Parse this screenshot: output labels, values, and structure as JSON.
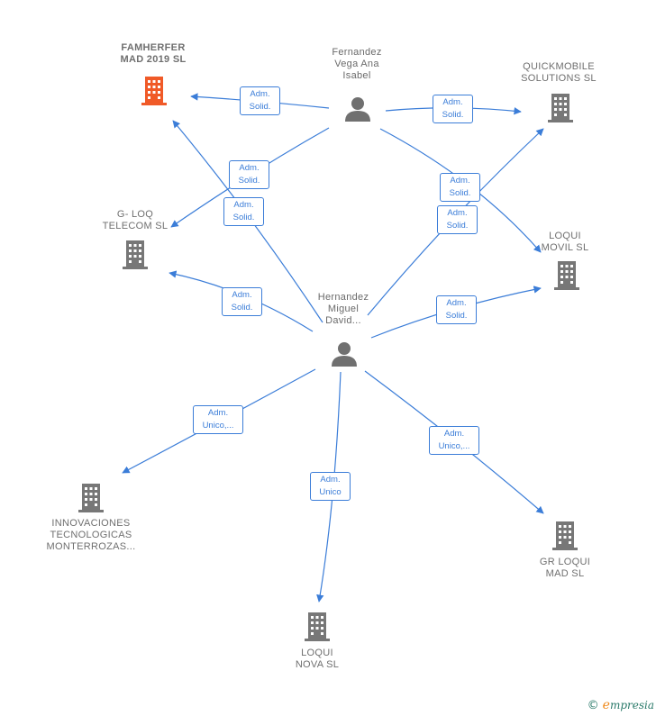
{
  "colors": {
    "edge": "#3b7dd8",
    "building": "#777777",
    "building_highlight": "#f05a28",
    "person": "#707070"
  },
  "nodes": {
    "famherfer": {
      "line1": "FAMHERFER",
      "line2": "MAD 2019  SL",
      "icon": "building-icon",
      "highlight": true
    },
    "fernandez": {
      "line1": "Fernandez",
      "line2": "Vega Ana",
      "line3": "Isabel",
      "icon": "person-icon"
    },
    "quickmobile": {
      "line1": "QUICKMOBILE",
      "line2": "SOLUTIONS SL",
      "icon": "building-icon"
    },
    "gloq": {
      "line1": "G- LOQ",
      "line2": "TELECOM  SL",
      "icon": "building-icon"
    },
    "loquimovil": {
      "line1": "LOQUI",
      "line2": "MOVIL  SL",
      "icon": "building-icon"
    },
    "hernandez": {
      "line1": "Hernandez",
      "line2": "Miguel",
      "line3": "David...",
      "icon": "person-icon"
    },
    "innovaciones": {
      "line1": "INNOVACIONES",
      "line2": "TECNOLOGICAS",
      "line3": "MONTERROZAS...",
      "icon": "building-icon"
    },
    "grloqui": {
      "line1": "GR LOQUI",
      "line2": "MAD  SL",
      "icon": "building-icon"
    },
    "loquinova": {
      "line1": "LOQUI",
      "line2": "NOVA  SL",
      "icon": "building-icon"
    }
  },
  "edge_labels": {
    "e1": {
      "a": "Adm.",
      "b": "Solid."
    },
    "e2": {
      "a": "Adm.",
      "b": "Solid."
    },
    "e3": {
      "a": "Adm.",
      "b": "Solid."
    },
    "e4": {
      "a": "Adm.",
      "b": "Solid."
    },
    "e5": {
      "a": "Adm.",
      "b": "Solid."
    },
    "e6": {
      "a": "Adm.",
      "b": "Solid."
    },
    "e7": {
      "a": "Adm.",
      "b": "Solid."
    },
    "e8": {
      "a": "Adm.",
      "b": "Solid."
    },
    "e9": {
      "a": "Adm.",
      "b": "Unico,..."
    },
    "e10": {
      "a": "Adm.",
      "b": "Unico"
    },
    "e11": {
      "a": "Adm.",
      "b": "Unico,..."
    }
  },
  "footer": {
    "copyright": "©",
    "brand_e": "e",
    "brand_rest": "mpresia"
  }
}
